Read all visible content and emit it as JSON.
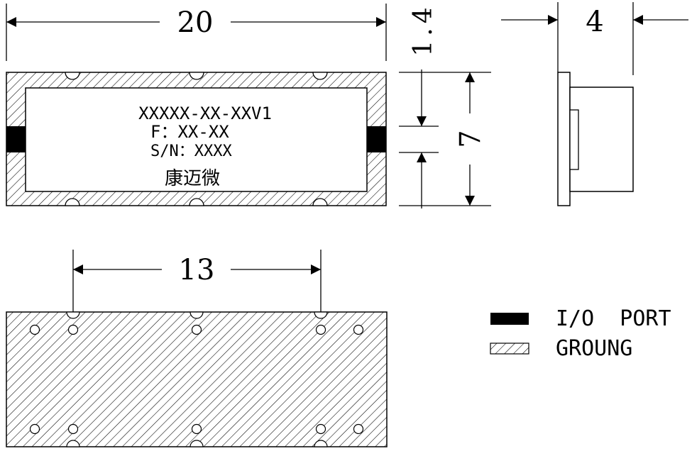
{
  "dimensions": {
    "length": "20",
    "height": "7",
    "pin_width": "1.4",
    "thickness": "4",
    "pitch": "13"
  },
  "marking": {
    "part_number": "XXXXX-XX-XXV1",
    "frequency": "F：XX-XX",
    "serial": "S/N：XXXX",
    "brand": "康迈微"
  },
  "legend": {
    "io_port": "I/O  PORT",
    "ground": "GROUNG"
  },
  "colors": {
    "line": "#000000",
    "fill": "#ffffff"
  }
}
